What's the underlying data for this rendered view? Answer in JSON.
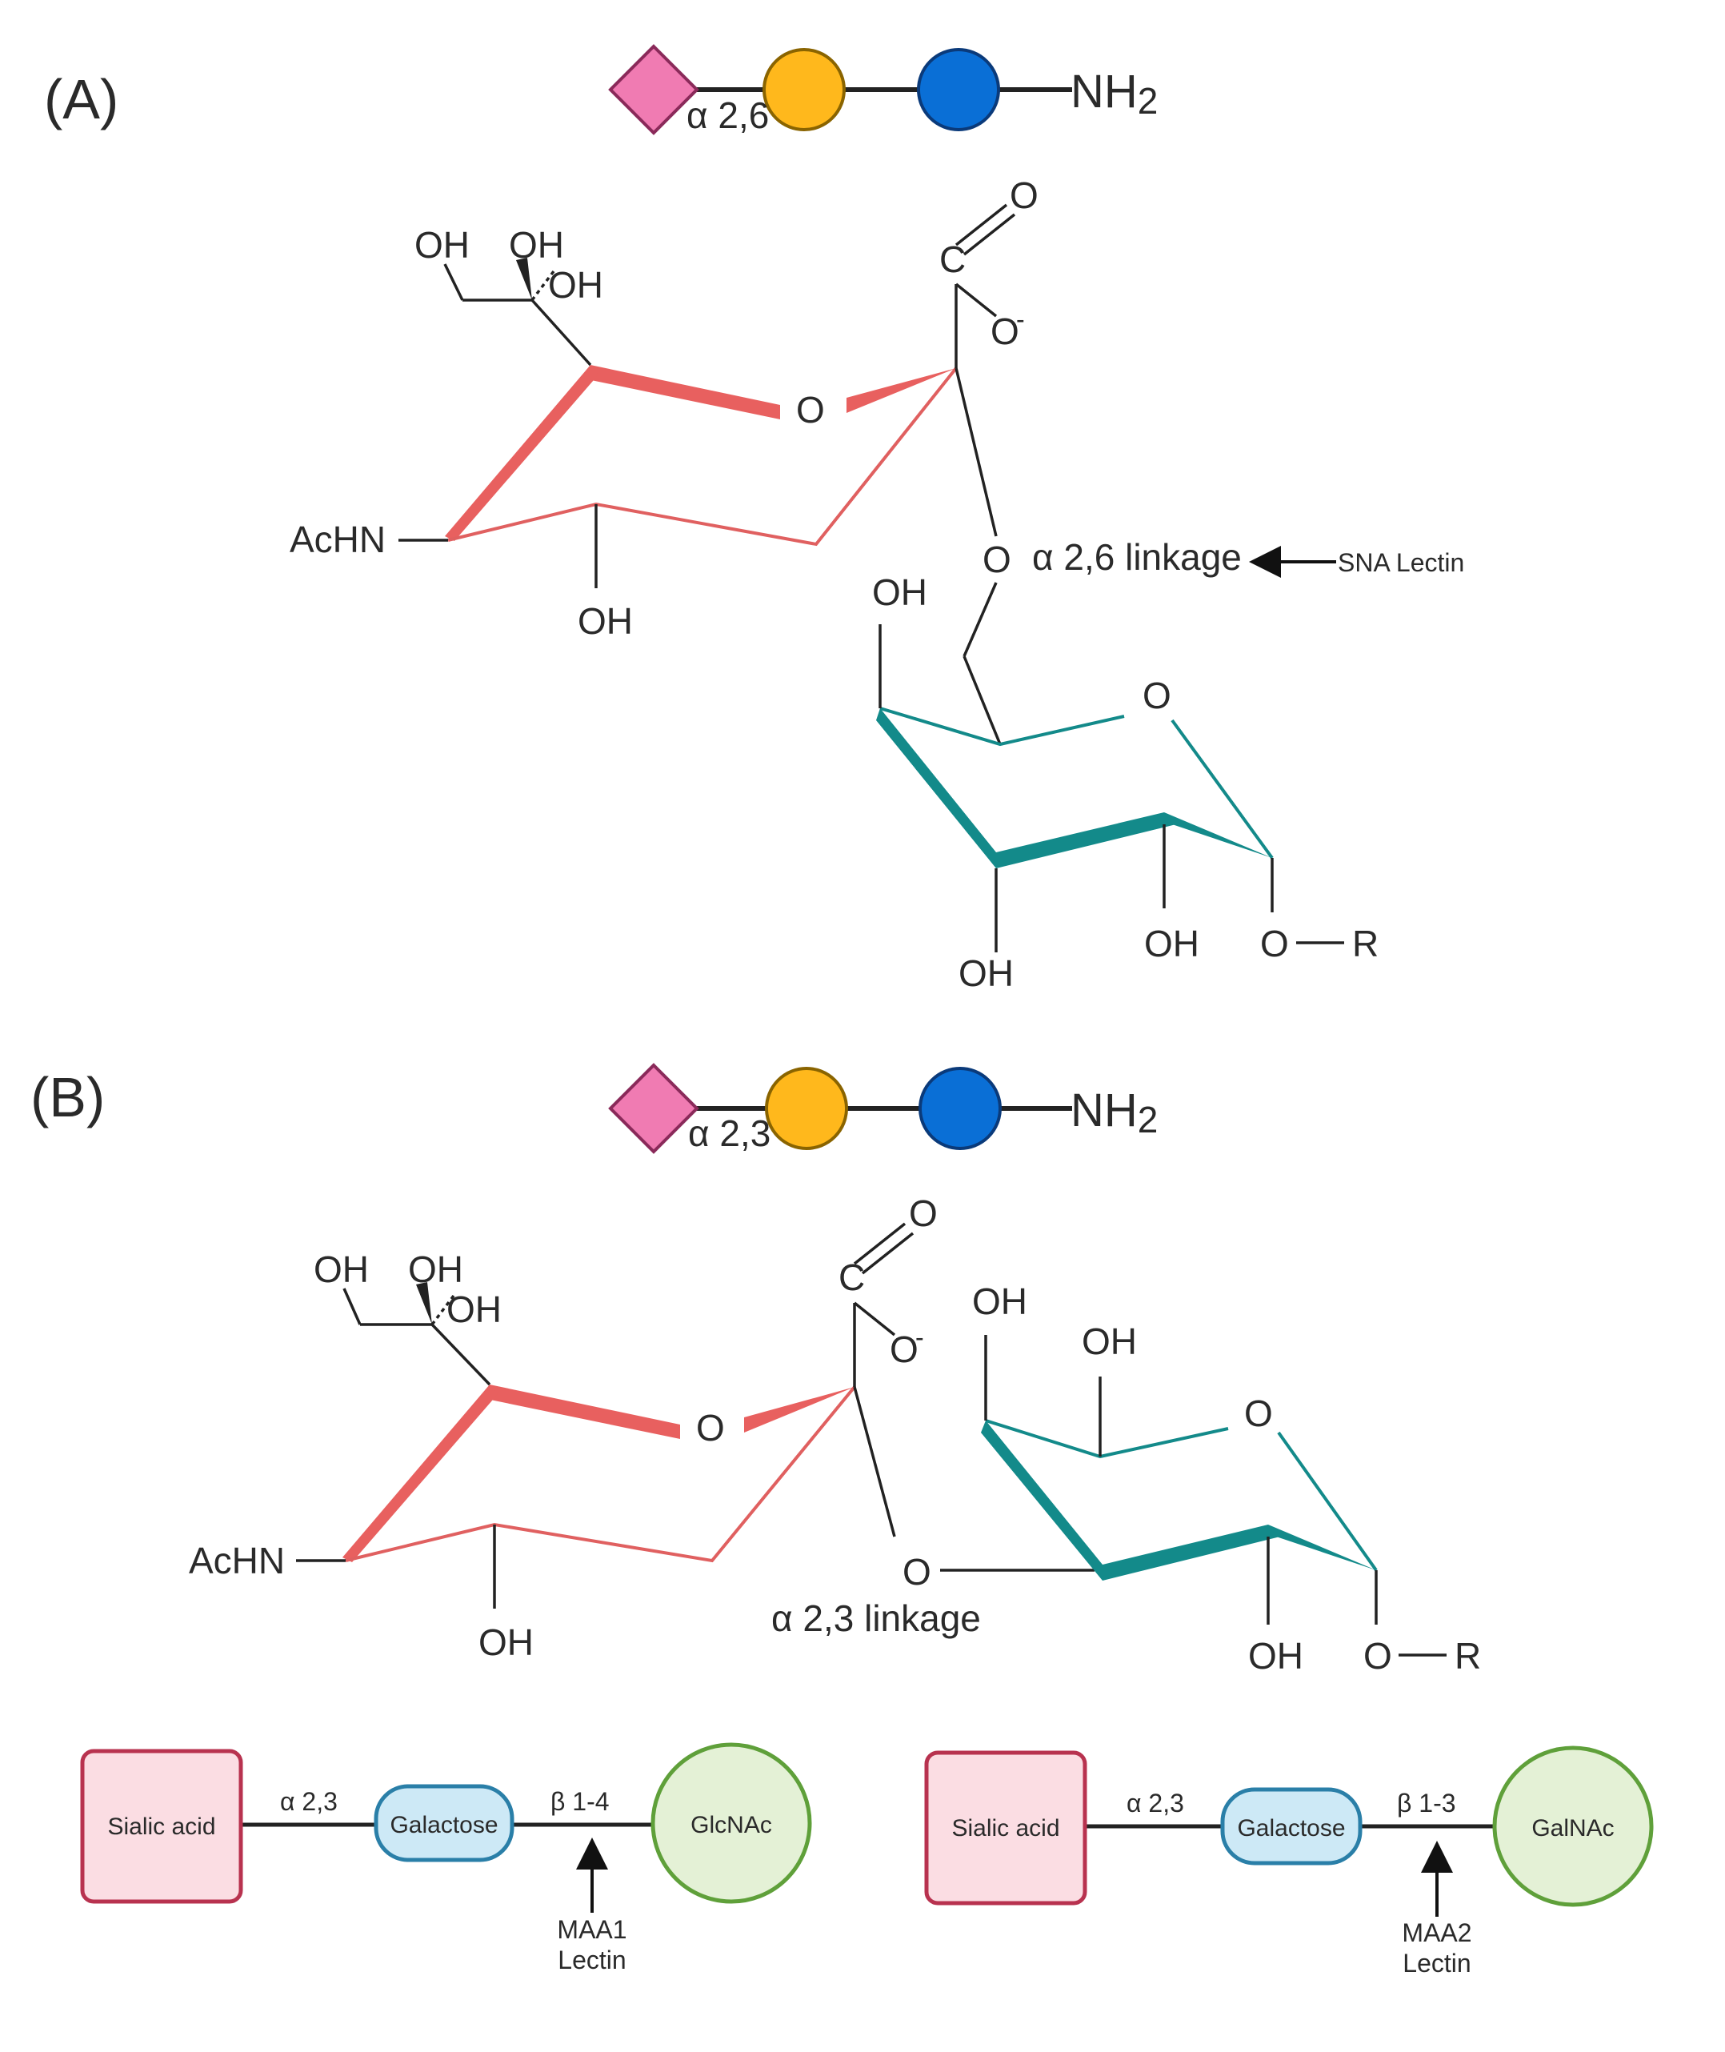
{
  "colors": {
    "sialic_ring": "#e8605f",
    "galactose_ring": "#138a8a",
    "diamond": "#f07bb2",
    "yellow_circle": "#ffb81c",
    "blue_circle": "#0a6fd6",
    "box_sialic_fill": "#fbdde3",
    "box_sialic_stroke": "#b8324f",
    "box_gal_fill": "#cde9f6",
    "box_gal_stroke": "#2a7fa8",
    "box_glc_fill": "#e4f1d6",
    "box_glc_stroke": "#5fa03a"
  },
  "panel_a": {
    "label": "(A)",
    "glycan_link": "α 2,6",
    "nh2_main": "NH",
    "nh2_sub": "2",
    "linkage_label": "α 2,6 linkage",
    "lectin_label": "SNA Lectin",
    "sialic": {
      "oh1": "OH",
      "oh2": "OH",
      "oh3": "OH",
      "oh4": "OH",
      "ring_o": "O",
      "acnh": "AcHN",
      "carbon": "C",
      "carbonyl_o": "O",
      "anion_o": "O",
      "charge": "-"
    },
    "galactose": {
      "link_o": "O",
      "oh_top": "OH",
      "ring_o": "O",
      "oh_left": "OH",
      "oh_mid": "OH",
      "or_o": "O",
      "r": "R"
    }
  },
  "panel_b": {
    "label": "(B)",
    "glycan_link": "α 2,3",
    "nh2_main": "NH",
    "nh2_sub": "2",
    "linkage_label": "α 2,3 linkage",
    "sialic": {
      "oh1": "OH",
      "oh2": "OH",
      "oh3": "OH",
      "oh4": "OH",
      "ring_o": "O",
      "acnh": "AcHN",
      "carbon": "C",
      "carbonyl_o": "O",
      "anion_o": "O",
      "charge": "-"
    },
    "galactose": {
      "link_o": "O",
      "oh_a": "OH",
      "oh_b": "OH",
      "ring_o": "O",
      "oh_low": "OH",
      "or_o": "O",
      "r": "R"
    }
  },
  "schemes": [
    {
      "box1": "Sialic acid",
      "link1": "α 2,3",
      "box2": "Galactose",
      "link2": "β 1-4",
      "box3": "GlcNAc",
      "lectin_line1": "MAA1",
      "lectin_line2": "Lectin"
    },
    {
      "box1": "Sialic acid",
      "link1": "α 2,3",
      "box2": "Galactose",
      "link2": "β 1-3",
      "box3": "GalNAc",
      "lectin_line1": "MAA2",
      "lectin_line2": "Lectin"
    }
  ]
}
